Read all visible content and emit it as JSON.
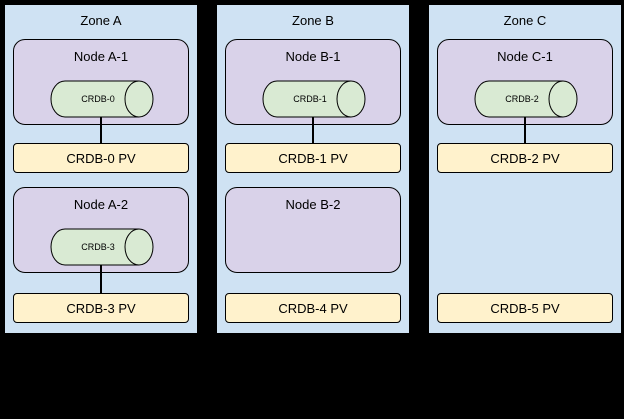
{
  "zones": [
    {
      "label": "Zone A",
      "node1": {
        "label": "Node A-1",
        "cylinder": "CRDB-0"
      },
      "pv1": {
        "label": "CRDB-0 PV"
      },
      "node2": {
        "label": "Node A-2",
        "cylinder": "CRDB-3"
      },
      "pv2": {
        "label": "CRDB-3 PV"
      }
    },
    {
      "label": "Zone B",
      "node1": {
        "label": "Node B-1",
        "cylinder": "CRDB-1"
      },
      "pv1": {
        "label": "CRDB-1 PV"
      },
      "node2": {
        "label": "Node B-2"
      },
      "pv2": {
        "label": "CRDB-4 PV"
      }
    },
    {
      "label": "Zone C",
      "node1": {
        "label": "Node C-1",
        "cylinder": "CRDB-2"
      },
      "pv1": {
        "label": "CRDB-2 PV"
      },
      "pv2": {
        "label": "CRDB-5 PV"
      }
    }
  ],
  "colors": {
    "background": "#000000",
    "zone_fill": "#cfe2f3",
    "node_fill": "#d9d2e9",
    "cylinder_fill": "#d9ead3",
    "pv_fill": "#fff2cc",
    "border": "#000000"
  }
}
